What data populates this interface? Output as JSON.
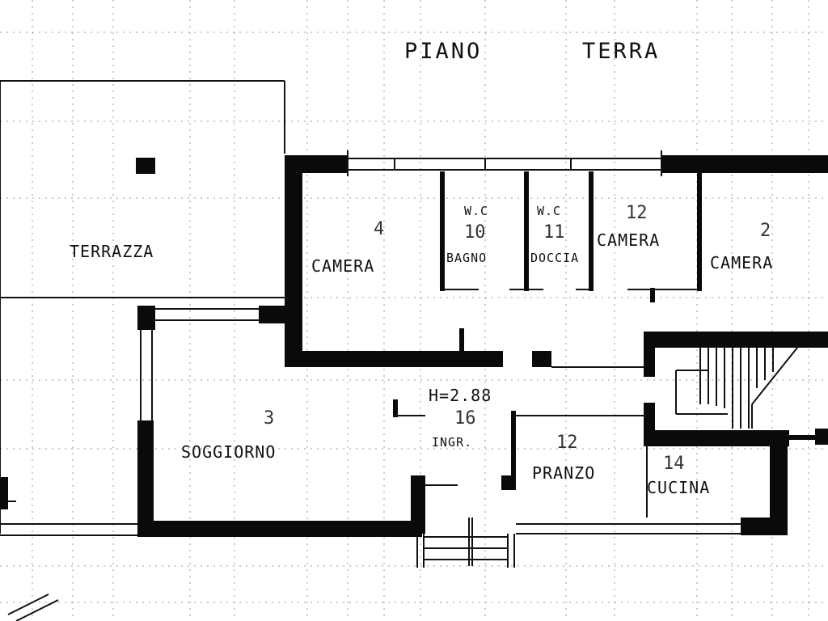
{
  "title": {
    "left": "PIANO",
    "right": "TERRA"
  },
  "height_note": "H=2.88",
  "rooms": [
    {
      "id": "terrazza",
      "label": "TERRAZZA",
      "number": ""
    },
    {
      "id": "camera-4",
      "label": "CAMERA",
      "number": "4"
    },
    {
      "id": "bagno",
      "label": "BAGNO",
      "number": "10",
      "prefix": "W.C"
    },
    {
      "id": "doccia",
      "label": "DOCCIA",
      "number": "11",
      "prefix": "W.C"
    },
    {
      "id": "camera-12",
      "label": "CAMERA",
      "number": "12"
    },
    {
      "id": "camera-2",
      "label": "CAMERA",
      "number": "2"
    },
    {
      "id": "soggiorno",
      "label": "SOGGIORNO",
      "number": "3"
    },
    {
      "id": "ingr",
      "label": "INGR.",
      "number": "16"
    },
    {
      "id": "pranzo",
      "label": "PRANZO",
      "number": "12"
    },
    {
      "id": "cucina",
      "label": "CUCINA",
      "number": "14"
    }
  ]
}
